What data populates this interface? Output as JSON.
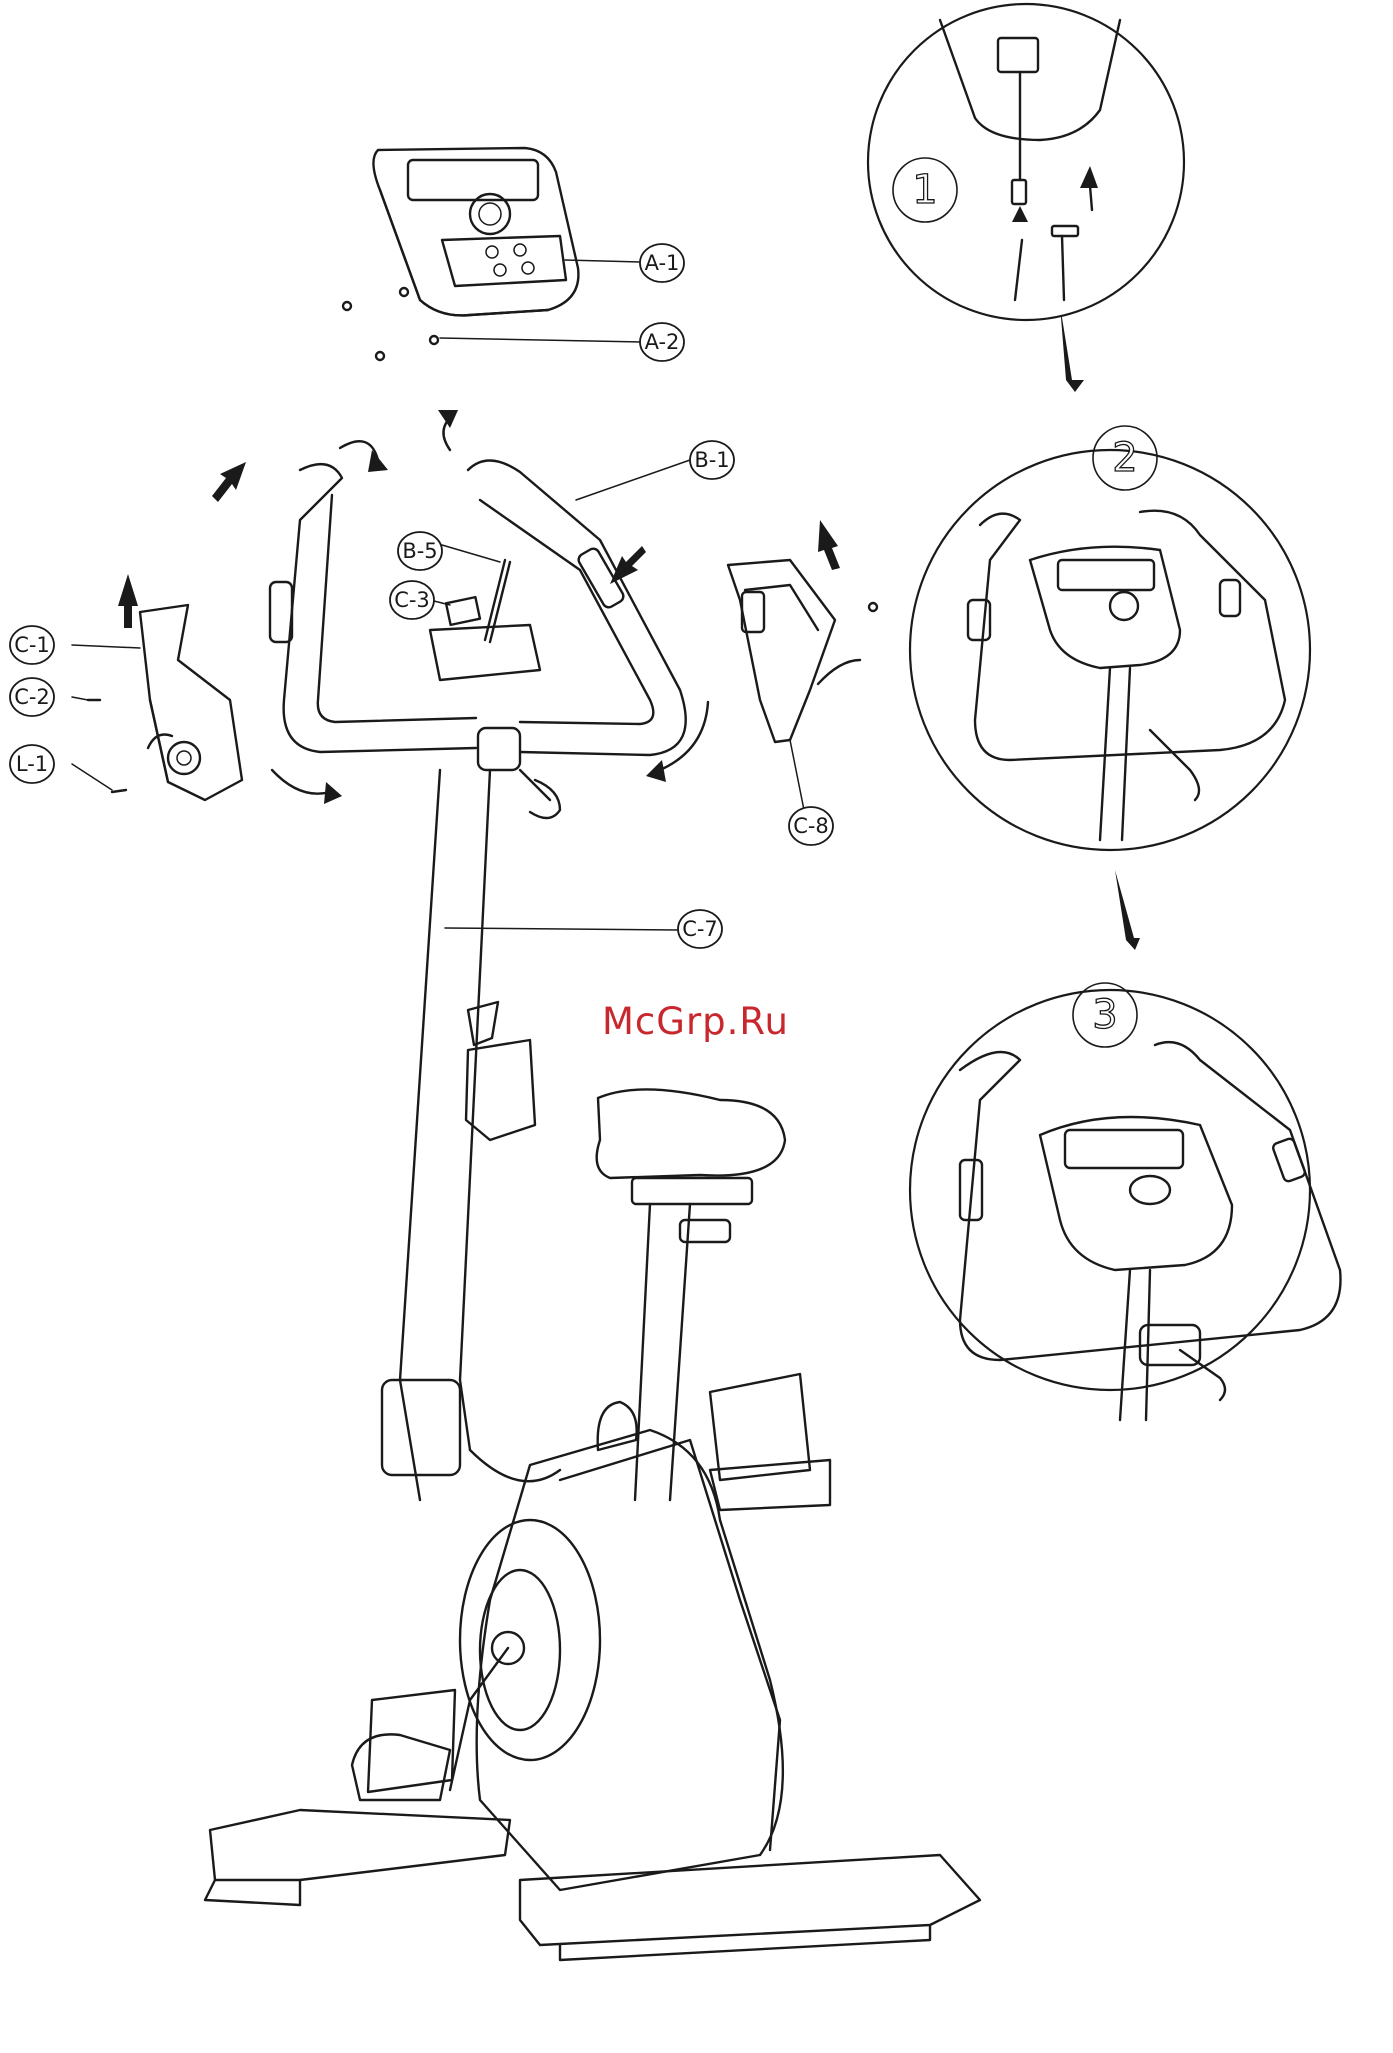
{
  "watermark": "McGrp.Ru",
  "part_labels": {
    "a1": "A-1",
    "a2": "A-2",
    "b1": "B-1",
    "b5": "B-5",
    "c3": "C-3",
    "c1": "C-1",
    "c2": "C-2",
    "l1": "L-1",
    "c8": "C-8",
    "c7": "C-7"
  },
  "steps": [
    "1",
    "2",
    "3"
  ],
  "colors": {
    "ink": "#1a1a1a",
    "watermark": "#c8282d",
    "background": "#ffffff"
  }
}
